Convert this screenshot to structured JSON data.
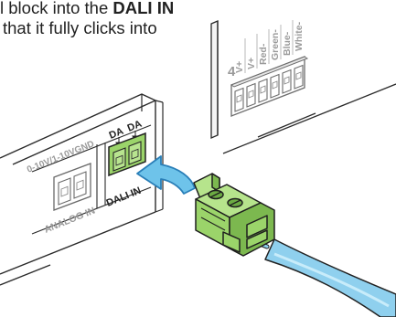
{
  "caption": {
    "line1_start": "l block into the ",
    "line1_bold": "DALI IN",
    "line2": "that it fully clicks into"
  },
  "panel_right": {
    "number": "4",
    "pins": [
      "V+",
      "V+",
      "Red-",
      "Green-",
      "Blue-",
      "White-"
    ]
  },
  "panel_left": {
    "analog_pin_1": "0-10V/1-10V",
    "analog_pin_2": "GND",
    "dali_pin_1": "DA",
    "dali_pin_2": "DA",
    "analog_in": "ANALOG IN",
    "dali_in": "DALI IN"
  },
  "colors": {
    "arrow_fill": "#6ec3ea",
    "arrow_stroke": "#2a7fb8",
    "connector_green": "#9bd46a",
    "connector_green_dark": "#6cab43",
    "cable_blue": "#8fd0ee",
    "panel_line": "#2a2a2a",
    "label_gray": "#9a9a9a"
  }
}
